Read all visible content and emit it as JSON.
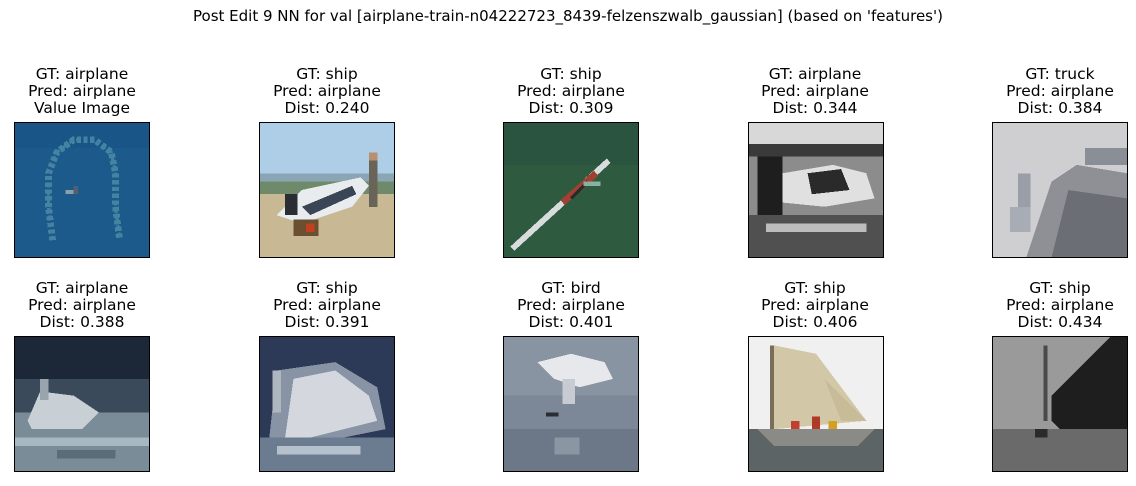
{
  "title": "Post Edit 9 NN for val [airplane-train-n04222723_8439-felzenszwalb_gaussian] (based on 'features')",
  "panels": [
    {
      "gt": "GT: airplane",
      "pred": "Pred: airplane",
      "extra": "Value Image",
      "scene": "query-blue"
    },
    {
      "gt": "GT: ship",
      "pred": "Pred: airplane",
      "extra": "Dist: 0.240",
      "scene": "beach-boat"
    },
    {
      "gt": "GT: ship",
      "pred": "Pred: airplane",
      "extra": "Dist: 0.309",
      "scene": "green-water-rowboat"
    },
    {
      "gt": "GT: airplane",
      "pred": "Pred: airplane",
      "extra": "Dist: 0.344",
      "scene": "grayscale-plane"
    },
    {
      "gt": "GT: truck",
      "pred": "Pred: airplane",
      "extra": "Dist: 0.384",
      "scene": "pale-pier"
    },
    {
      "gt": "GT: airplane",
      "pred": "Pred: airplane",
      "extra": "Dist: 0.388",
      "scene": "dark-boat-water"
    },
    {
      "gt": "GT: ship",
      "pred": "Pred: airplane",
      "extra": "Dist: 0.391",
      "scene": "white-sail-spray"
    },
    {
      "gt": "GT: bird",
      "pred": "Pred: airplane",
      "extra": "Dist: 0.401",
      "scene": "seabird-gray-water"
    },
    {
      "gt": "GT: ship",
      "pred": "Pred: airplane",
      "extra": "Dist: 0.406",
      "scene": "sailboat-beige-sail"
    },
    {
      "gt": "GT: ship",
      "pred": "Pred: airplane",
      "extra": "Dist: 0.434",
      "scene": "gray-lake-dark-hill"
    }
  ]
}
